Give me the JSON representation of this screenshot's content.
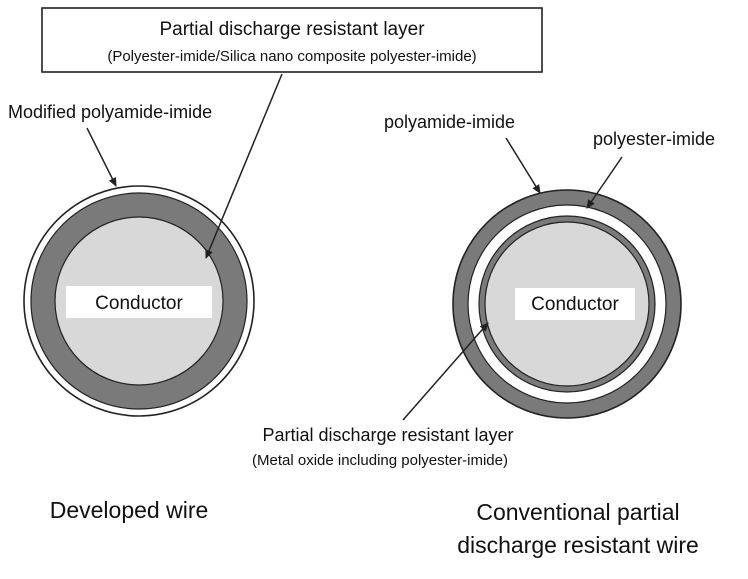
{
  "colors": {
    "background": "#ffffff",
    "outline": "#222222",
    "insulation_dark": "#7a7a7a",
    "conductor_fill": "#d8d8d8",
    "white_layer": "#ffffff",
    "text": "#111111"
  },
  "top_box": {
    "title": "Partial discharge resistant layer",
    "subtitle": "(Polyester-imide/Silica nano composite polyester-imide)"
  },
  "developed": {
    "outer_label": "Modified polyamide-imide",
    "conductor_label": "Conductor",
    "caption": "Developed wire"
  },
  "conventional": {
    "outer_label": "polyamide-imide",
    "inner_label": "polyester-imide",
    "conductor_label": "Conductor",
    "layer_label": "Partial discharge resistant layer",
    "layer_sublabel": "(Metal oxide including polyester-imide)",
    "caption_line1": "Conventional partial",
    "caption_line2": "discharge resistant wire"
  }
}
